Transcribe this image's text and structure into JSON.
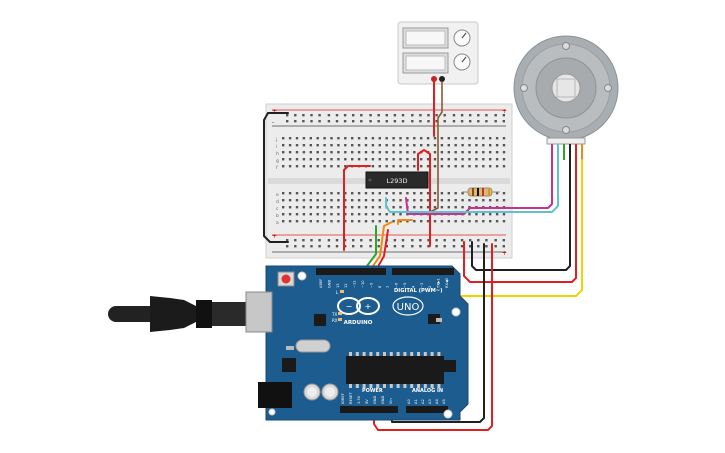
{
  "circuit": {
    "ic_label": "L293D",
    "arduino": {
      "brand": "ARDUINO",
      "model": "UNO",
      "digital_header_label": "DIGITAL (PWM~)",
      "power_label": "POWER",
      "analog_label": "ANALOG IN",
      "led_labels": [
        "L",
        "TX",
        "RX"
      ],
      "digital_pins": [
        "AREF",
        "GND",
        "13",
        "12",
        "~11",
        "~10",
        "~9",
        "8",
        "7",
        "~6",
        "~5",
        "4",
        "~3",
        "2",
        "TX▶1",
        "RX◀0"
      ],
      "power_pins": [
        "IOREF",
        "RESET",
        "3.3V",
        "5V",
        "GND",
        "GND",
        "Vin"
      ],
      "analog_pins": [
        "A0",
        "A1",
        "A2",
        "A3",
        "A4",
        "A5"
      ]
    },
    "breadboard": {
      "row_letters_top": [
        "j",
        "i",
        "h",
        "g",
        "f"
      ],
      "row_letters_bottom": [
        "e",
        "d",
        "c",
        "b",
        "a"
      ],
      "rail_signs": [
        "+",
        "-"
      ]
    },
    "colors": {
      "wire_red": "#e02020",
      "wire_black": "#202020",
      "wire_green": "#2fa52f",
      "wire_orange": "#ee8a10",
      "wire_yellow": "#f2d200",
      "wire_magenta": "#c8318c",
      "wire_cyan": "#5ec3d0",
      "board_blue": "#1d5c8e",
      "board_dark": "#174a73"
    }
  }
}
